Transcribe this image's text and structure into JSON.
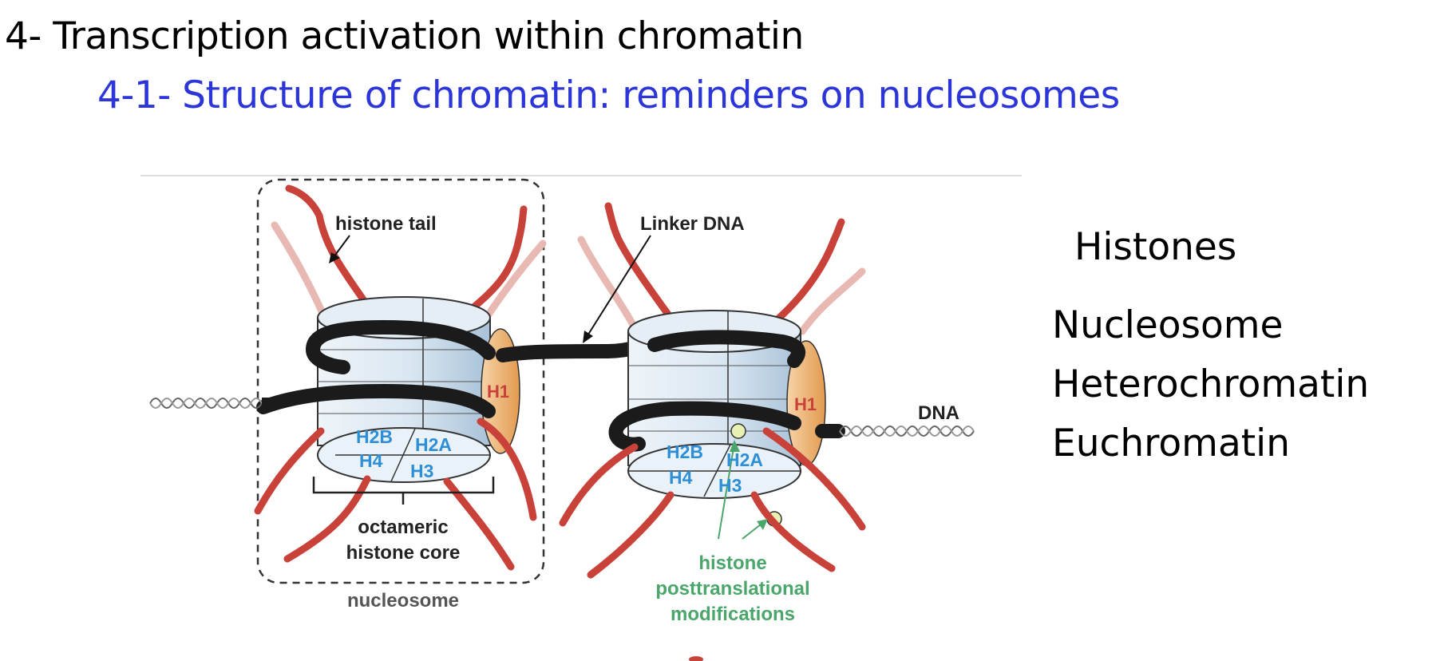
{
  "slide": {
    "title": "4- Transcription activation within chromatin",
    "subtitle": "4-1- Structure of chromatin: reminders on nucleosomes"
  },
  "diagram": {
    "labels": {
      "histone_tail": "histone tail",
      "linker_dna": "Linker DNA",
      "dna": "DNA",
      "h1_left": "H1",
      "h1_right": "H1",
      "octameric_line1": "octameric",
      "octameric_line2": "histone core",
      "nucleosome": "nucleosome",
      "ptm_line1": "histone",
      "ptm_line2": "posttranslational",
      "ptm_line3": "modifications"
    },
    "core_left": {
      "h2b": "H2B",
      "h2a": "H2A",
      "h4": "H4",
      "h3": "H3"
    },
    "core_right": {
      "h2b": "H2B",
      "h2a": "H2A",
      "h4": "H4",
      "h3": "H3"
    },
    "colors": {
      "tail": "#c8423a",
      "tail_faded": "#e8b9b3",
      "dna": "#1b1b1b",
      "h1": "#e9a75f",
      "histone_label": "#2f8fd6",
      "ptm": "#4aa66b",
      "cylinder": "#d4e3ef"
    }
  },
  "terms": [
    "Histones",
    "Nucleosome",
    "Heterochromatin",
    "Euchromatin"
  ]
}
